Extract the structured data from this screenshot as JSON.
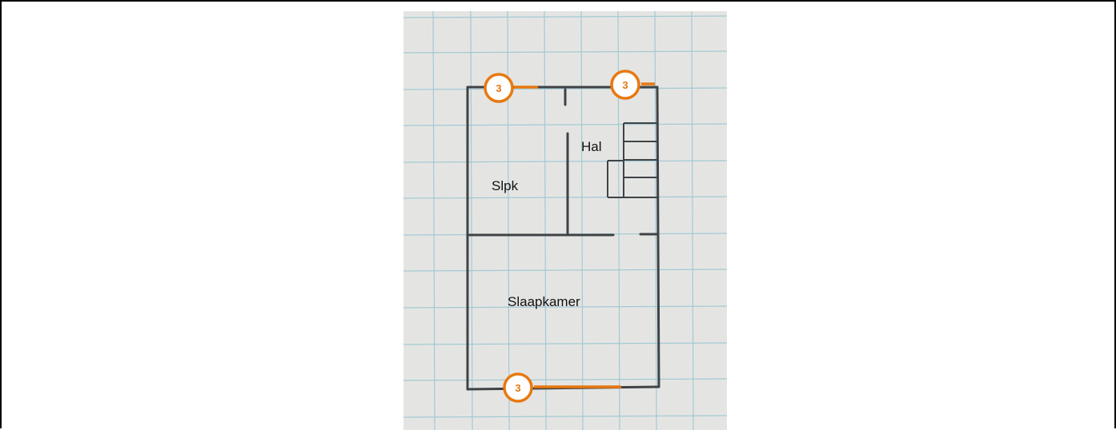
{
  "floorplan": {
    "rooms": [
      {
        "id": "slpk",
        "label": "Slpk"
      },
      {
        "id": "hal",
        "label": "Hal"
      },
      {
        "id": "slaapkamer",
        "label": "Slaapkamer"
      }
    ],
    "markers": [
      {
        "id": "top-left",
        "label": "3"
      },
      {
        "id": "top-right",
        "label": "3"
      },
      {
        "id": "bottom",
        "label": "3"
      }
    ],
    "colors": {
      "paper": "#e4e5e3",
      "grid": "#9cc7d2",
      "pencil": "#3f4346",
      "marker": "#e8780f",
      "marker_fill": "#ffffff"
    }
  }
}
